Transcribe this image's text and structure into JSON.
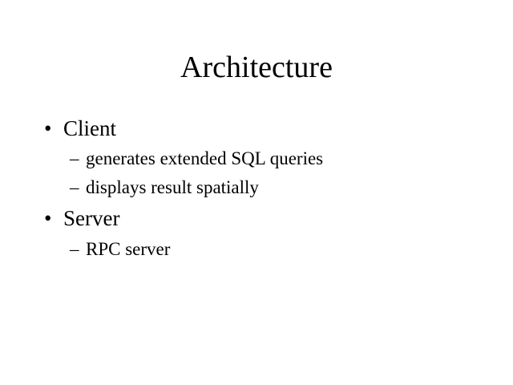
{
  "slide": {
    "title": "Architecture",
    "bullets": [
      {
        "marker": "•",
        "text": "Client",
        "sub": [
          {
            "marker": "–",
            "text": "generates extended SQL queries"
          },
          {
            "marker": "–",
            "text": "displays result spatially"
          }
        ]
      },
      {
        "marker": "•",
        "text": "Server",
        "sub": [
          {
            "marker": "–",
            "text": "RPC server"
          }
        ]
      }
    ]
  }
}
